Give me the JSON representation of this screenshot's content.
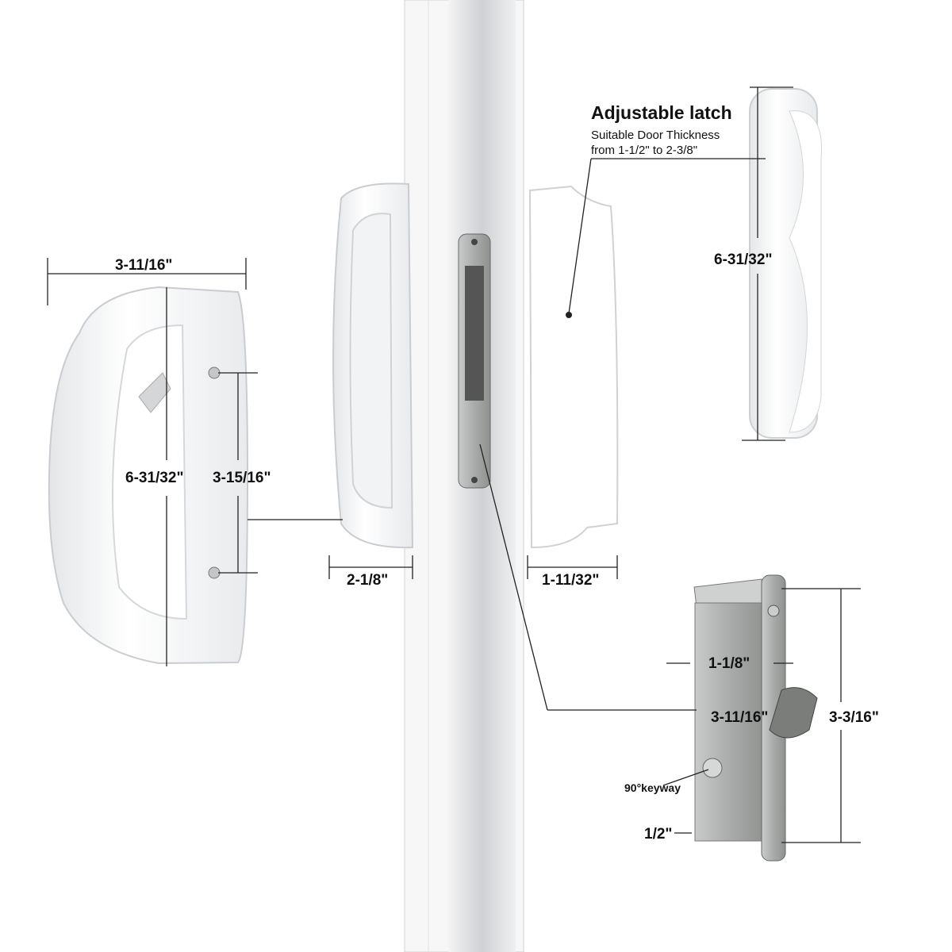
{
  "colors": {
    "handle": "#ffffff",
    "handle_shade": "#d9dcdf",
    "metal": "#b7b9b8",
    "metal_dark": "#6f716f",
    "door_strip": "#e3e4e6",
    "line": "#222222"
  },
  "callout": {
    "title": "Adjustable latch",
    "line1": "Suitable Door Thickness",
    "line2": "from 1-1/2\" to 2-3/8\""
  },
  "dimensions": {
    "handle_width": "3-11/16\"",
    "handle_height": "6-31/32\"",
    "screw_spacing": "3-15/16\"",
    "inner_handle_depth": "2-1/8\"",
    "outer_box_depth": "1-11/32\"",
    "pull_height": "6-31/32\"",
    "latch_width": "1-1/8\"",
    "latch_body_height": "3-11/16\"",
    "faceplate_height": "3-3/16\"",
    "backset": "1/2\""
  },
  "labels": {
    "keyway": "90°keyway"
  }
}
